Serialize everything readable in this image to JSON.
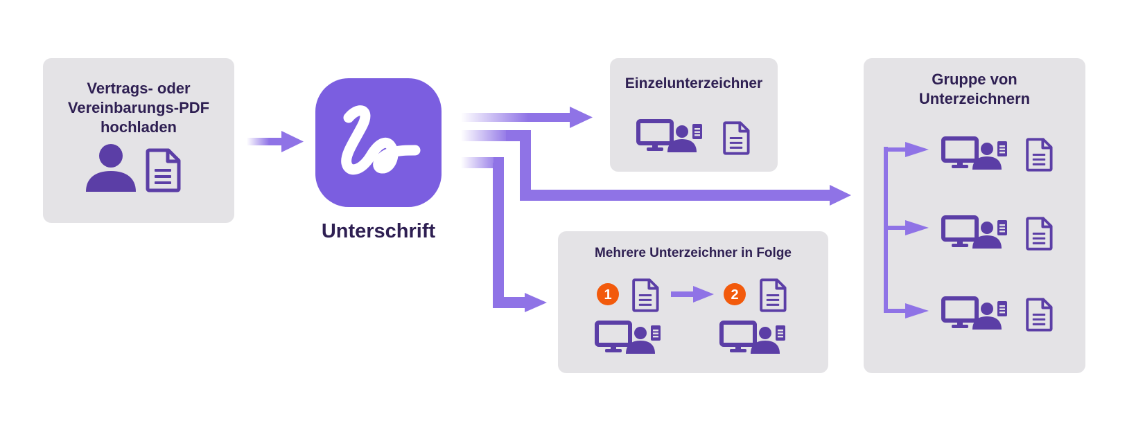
{
  "upload_box": {
    "title": "Vertrags- oder Vereinbarungs-PDF hochladen"
  },
  "app": {
    "name": "Unterschrift"
  },
  "single_box": {
    "title": "Einzelunterzeichner"
  },
  "sequence_box": {
    "title": "Mehrere Unterzeichner in Folge",
    "step_1": "1",
    "step_2": "2"
  },
  "group_box": {
    "title": "Gruppe von Unterzeichnern"
  },
  "colors": {
    "purple_dark": "#5b3ea6",
    "brand_purple": "#7b5ee0",
    "arrow_purple": "#8f73e6",
    "box_gray": "#e4e3e6",
    "text_dark": "#2e1f52",
    "step_orange": "#f25a0c"
  }
}
